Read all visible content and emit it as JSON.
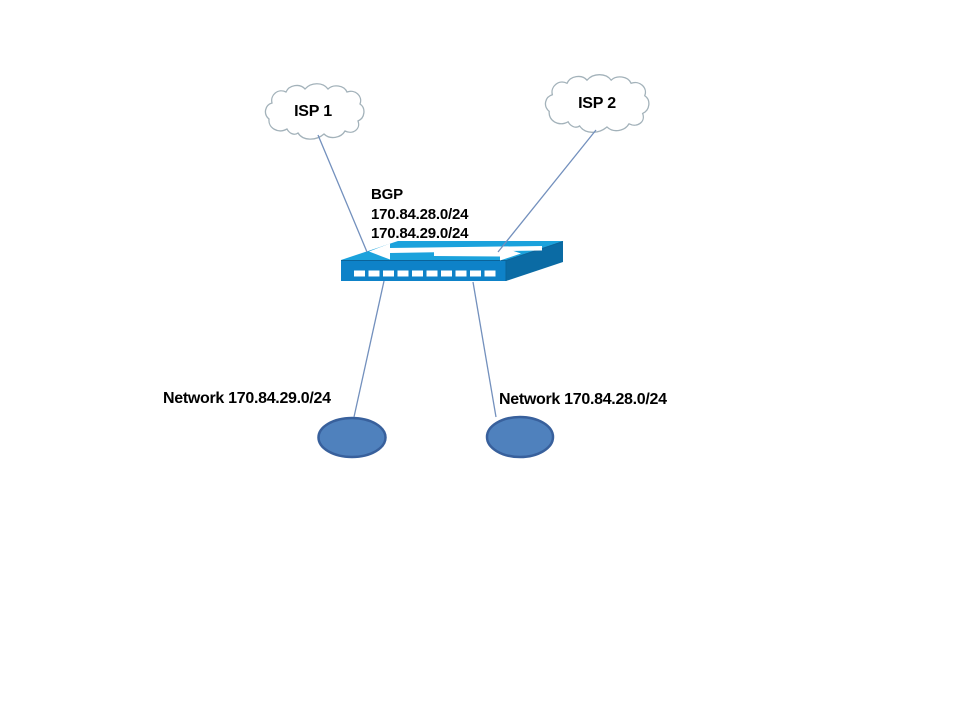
{
  "diagram": {
    "clouds": [
      {
        "label": "ISP 1"
      },
      {
        "label": "ISP 2"
      }
    ],
    "switch_annotation": {
      "line1": "BGP",
      "line2": "170.84.28.0/24",
      "line3": "170.84.29.0/24"
    },
    "networks": [
      {
        "label": "Network 170.84.29.0/24"
      },
      {
        "label": "Network 170.84.28.0/24"
      }
    ],
    "colors": {
      "background": "#ffffff",
      "cloud_fill": "#ffffff",
      "cloud_stroke": "#a3b2ba",
      "connector": "#7390bd",
      "switch_top": "#1ba2dc",
      "switch_front": "#0e82c8",
      "switch_side": "#0b6ba4",
      "switch_edge": "#0a649a",
      "switch_arrow": "#ffffff",
      "switch_port": "#ffffff",
      "ellipse_fill": "#4f81bd",
      "ellipse_stroke": "#38609c",
      "text": "#000000"
    }
  }
}
